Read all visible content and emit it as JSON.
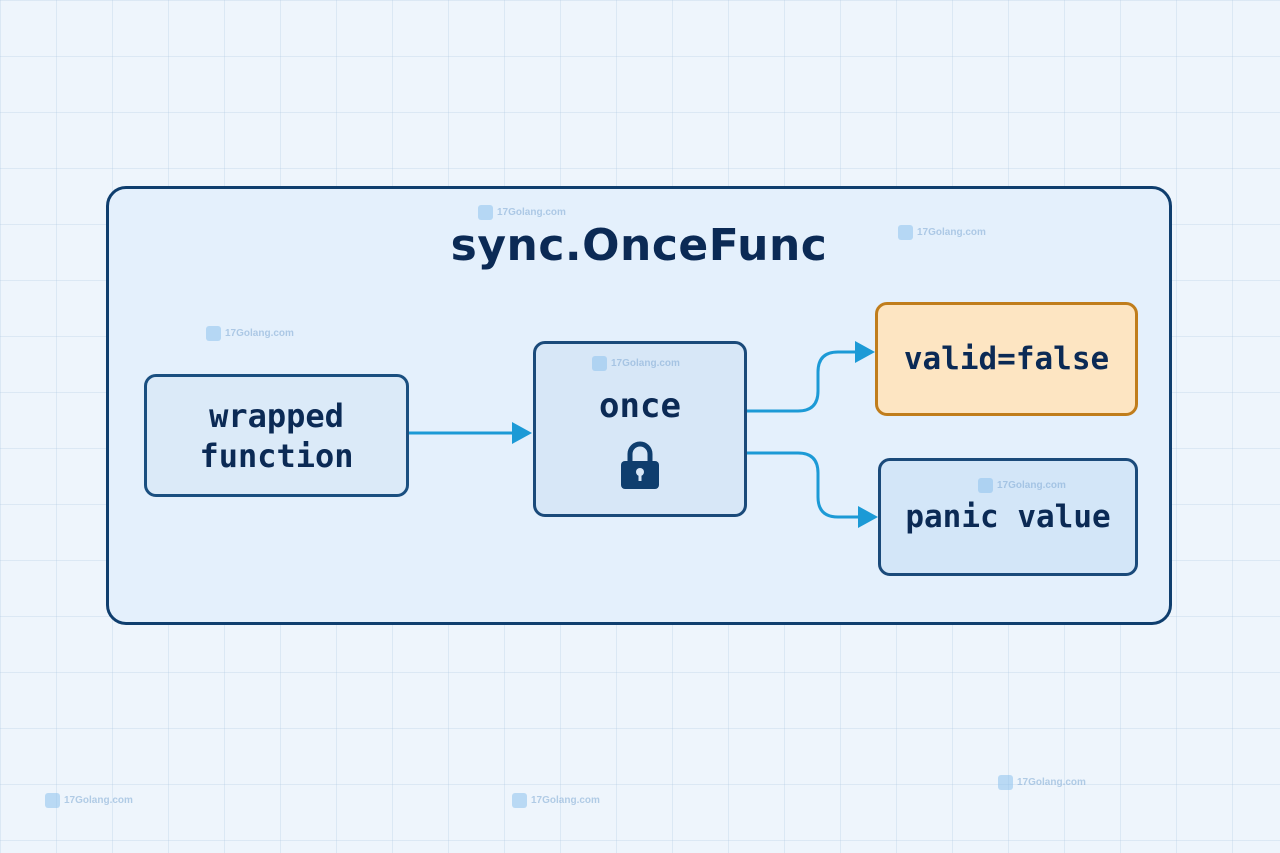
{
  "diagram": {
    "title": "sync.OnceFunc",
    "nodes": {
      "wrapped": {
        "line1": "wrapped",
        "line2": "function"
      },
      "once": {
        "label": "once",
        "icon": "lock-icon"
      },
      "valid": {
        "label": "valid=false"
      },
      "panic": {
        "label": "panic value"
      }
    },
    "edges": [
      {
        "from": "wrapped",
        "to": "once"
      },
      {
        "from": "once",
        "to": "valid"
      },
      {
        "from": "once",
        "to": "panic"
      }
    ]
  },
  "colors": {
    "background": "#eef5fc",
    "frame_border": "#0f3e6e",
    "frame_fill": "#e4f0fc",
    "title": "#0b2a55",
    "node_border": "#1a4a7a",
    "node_fill": "#d7e7f7",
    "valid_border": "#c07d1c",
    "valid_fill": "#fde5c2",
    "arrow": "#1c9ad6"
  },
  "watermark": "17Golang.com"
}
